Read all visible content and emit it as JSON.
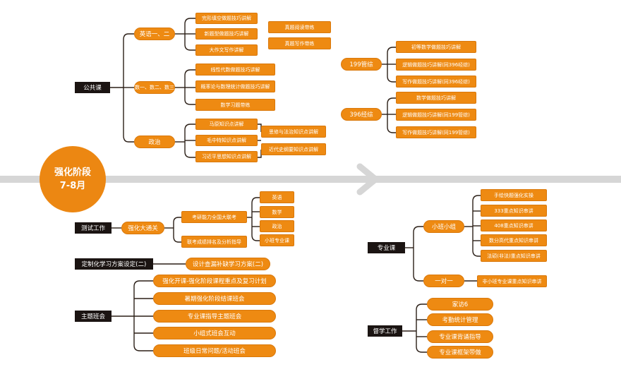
{
  "center": {
    "line1": "强化阶段",
    "line2": "7-8月"
  },
  "public_course": {
    "label": "公共课",
    "english": {
      "label": "英语一、二",
      "items": [
        "完形填空做题技巧讲解",
        "新题型做题技巧讲解",
        "大作文写作讲解"
      ],
      "extra": [
        "真题阅读带练",
        "真题写作带练"
      ]
    },
    "math": {
      "label": "数一、数二、数三",
      "items": [
        "线性代数做题技巧讲解",
        "概率论与数理统计做题技巧讲解",
        "数学习题带练"
      ]
    },
    "politics": {
      "label": "政治",
      "items": [
        "马原知识点讲解",
        "毛中特知识点讲解",
        "习近平思想知识点讲解"
      ],
      "extra": [
        "思修与法治知识点讲解",
        "近代史纲要知识点讲解"
      ]
    }
  },
  "mgmt": {
    "g199": {
      "label": "199管综",
      "items": [
        "初等数学做题技巧讲解",
        "逻辑做题技巧讲解(同396经综)",
        "写作做题技巧讲解(同396经综)"
      ]
    },
    "g396": {
      "label": "396经综",
      "items": [
        "数学做题技巧讲解",
        "逻辑做题技巧讲解(同199管综)",
        "写作做题技巧讲解(同199管综)"
      ]
    }
  },
  "test": {
    "label": "测试工作",
    "mid": "强化大通关",
    "sub1": "考研能力全国大联考",
    "sub2": "联考成绩排名及分析指导",
    "subjects": [
      "英语",
      "数学",
      "政治",
      "小班专业课"
    ]
  },
  "plan": {
    "label": "定制化学习方案设定(二)",
    "item": "设计查漏补缺学习方案(二)"
  },
  "meeting": {
    "label": "主题班会",
    "items": [
      "强化开课-强化阶段课程重点及复习计划",
      "暑期强化阶段结课班会",
      "专业课指导主题班会",
      "小组式班会互动",
      "班级日常问题/活动班会"
    ]
  },
  "major": {
    "label": "专业课",
    "small": {
      "label": "小班小组",
      "items": [
        "手绘快题强化实操",
        "333重点知识串讲",
        "408重点知识串讲",
        "数分高代重点知识串讲",
        "法硕(非法)重点知识串讲"
      ]
    },
    "one": {
      "label": "一对一",
      "item": "非小班专业课重点知识串讲"
    }
  },
  "supervise": {
    "label": "督学工作",
    "items": [
      "家访6",
      "考勤统计管理",
      "专业课背诵指导",
      "专业课框架带做"
    ]
  },
  "colors": {
    "accent": "#ee8a12",
    "dark": "#1b1412",
    "line": "#2b1f17",
    "band": "#d9d9d9"
  }
}
